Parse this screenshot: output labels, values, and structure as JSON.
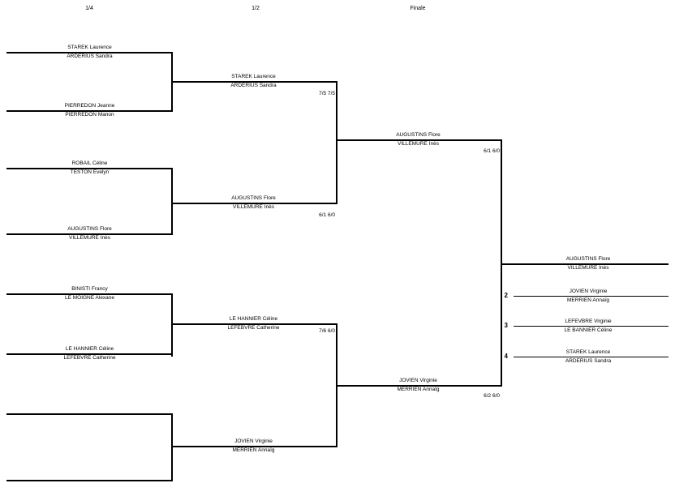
{
  "headers": {
    "quarter": "1/4",
    "semi": "1/2",
    "final": "Finale"
  },
  "rounds": {
    "quarterfinals": [
      {
        "top": {
          "player1": "STAREK Laurence",
          "player2": "ARDERIUS Sandra"
        },
        "bottom": {
          "player1": "PIERREDON Jeanne",
          "player2": "PIERREDON Manon"
        }
      },
      {
        "top": {
          "player1": "ROBAIL Céline",
          "player2": "TESTON Evelyn"
        },
        "bottom": {
          "player1": "AUGUSTINS Flore",
          "player2": "VILLEMURE Inès"
        }
      },
      {
        "top": {
          "player1": "BINISTI Francy",
          "player2": "LE MOIGNE Alexane"
        },
        "bottom": {
          "player1": "LE HANNIER Céline",
          "player2": "LEFEBVRE Catherine"
        }
      },
      {
        "top": {
          "player1": "",
          "player2": ""
        },
        "bottom": {
          "player1": "",
          "player2": ""
        }
      }
    ],
    "semifinals": [
      {
        "winner": {
          "player1": "STAREK Laurence",
          "player2": "ARDERIUS Sandra"
        },
        "score": "7/5 7/5"
      },
      {
        "winner": {
          "player1": "AUGUSTINS Flore",
          "player2": "VILLEMURE Inès"
        },
        "score": "6/1 6/0"
      },
      {
        "winner": {
          "player1": "LE HANNIER Céline",
          "player2": "LEFEBVRE Catherine"
        },
        "score": "7/6 6/0"
      },
      {
        "winner": {
          "player1": "JOVIEN Virginie",
          "player2": "MERRIEN Annaïg"
        },
        "score": "6/2 6/0"
      }
    ],
    "final": [
      {
        "winner": {
          "player1": "AUGUSTINS Flore",
          "player2": "VILLEMURE Inès"
        },
        "score": "6/1 6/0"
      },
      {
        "winner": {
          "player1": "JOVIEN Virginie",
          "player2": "MERRIEN Annaïg"
        },
        "score": "6/2 6/0"
      }
    ],
    "champion": {
      "player1": "AUGUSTINS Flore",
      "player2": "VILLEMURE Inès"
    }
  },
  "standings": [
    {
      "rank": "",
      "player1": "AUGUSTINS Flore",
      "player2": "VILLEMURE Inès"
    },
    {
      "rank": "2",
      "player1": "JOVIEN Virginie",
      "player2": "MERRIEN Annaïg"
    },
    {
      "rank": "3",
      "player1": "LEFEVBRE Virginie",
      "player2": "LE BANNIER Céline"
    },
    {
      "rank": "4",
      "player1": "STAREK Laurence",
      "player2": "ARDERIUS Sandra"
    }
  ]
}
